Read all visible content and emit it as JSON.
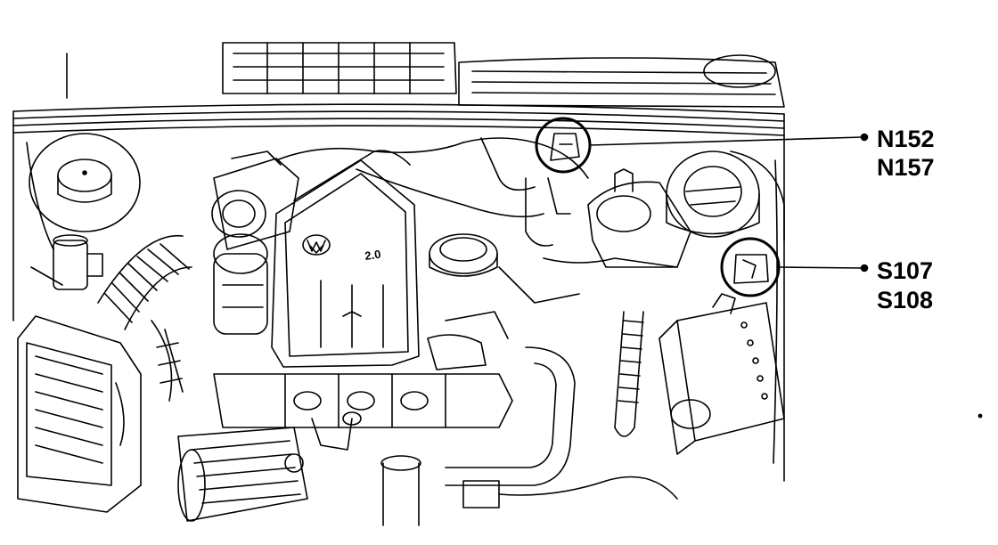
{
  "callouts": [
    {
      "codes": [
        "N152",
        "N157"
      ]
    },
    {
      "codes": [
        "S107",
        "S108"
      ]
    }
  ],
  "badge_text": "2.0"
}
